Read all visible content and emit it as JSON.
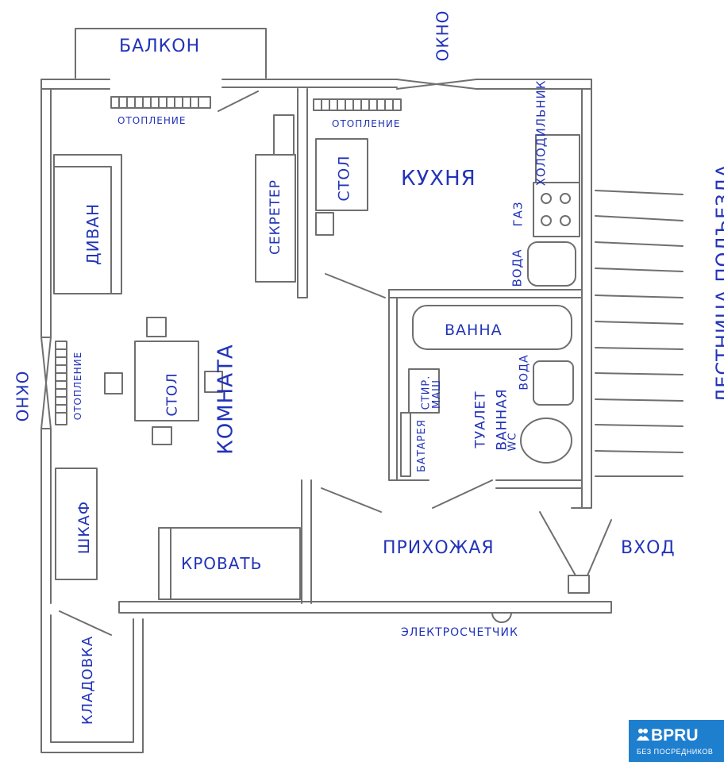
{
  "labels": {
    "balcony": "БАЛКОН",
    "heating_balcony": "ОТОПЛЕНИЕ",
    "heating_kitchen": "ОТОПЛЕНИЕ",
    "window_top": "ОКНО",
    "kitchen": "КУХНЯ",
    "fridge": "ХОЛОДИЛЬНИК",
    "gas": "ГАЗ",
    "water_kitchen": "ВОДА",
    "secretary": "СЕКРЕТЕР",
    "table_kitchen": "СТОЛ",
    "sofa": "ДИВАН",
    "table_room": "СТОЛ",
    "room": "КОМНАТА",
    "heating_room": "ОТОПЛЕНИЕ",
    "window_left": "ОКНО",
    "bath": "ВАННА",
    "washing_machine_1": "СТИР.",
    "washing_machine_2": "МАШ",
    "battery": "БАТАРЕЯ",
    "water_bath": "ВОДА",
    "toilet_bath_1": "ТУАЛЕТ",
    "toilet_bath_2": "ВАННАЯ",
    "toilet_bath_3": "WC",
    "wardrobe": "ШКАФ",
    "bed": "КРОВАТЬ",
    "hallway": "ПРИХОЖАЯ",
    "entrance": "ВХОД",
    "stairs": "ЛЕСТНИЦА ПОДЪЕЗДА",
    "meter": "ЭЛЕКТРОСЧЕТЧИК",
    "storage": "КЛАДОВКА"
  },
  "logo": {
    "brand": "BPRU",
    "tagline": "БЕЗ ПОСРЕДНИКОВ",
    "background_color": "#1f7fcf"
  },
  "colors": {
    "pencil": "#6f6f6f",
    "label_ink": "#2233b8"
  }
}
